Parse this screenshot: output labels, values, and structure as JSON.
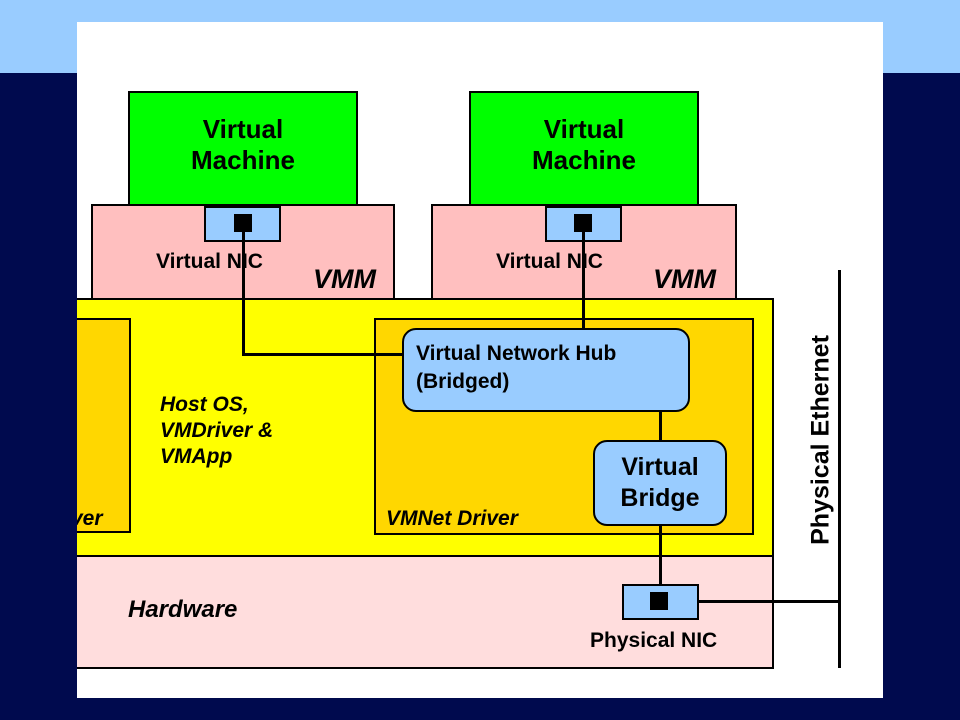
{
  "vm_left": {
    "title": "Virtual\nMachine",
    "nic_label": "Virtual NIC",
    "vmm_label": "VMM"
  },
  "vm_right": {
    "title": "Virtual\nMachine",
    "nic_label": "Virtual NIC",
    "vmm_label": "VMM"
  },
  "host": {
    "label": "Host OS,\nVMDriver &\nVMApp",
    "left_driver_label": "ver",
    "vmnet_driver_label": "VMNet Driver"
  },
  "hub": {
    "label": "Virtual Network Hub\n(Bridged)"
  },
  "bridge": {
    "label": "Virtual\nBridge"
  },
  "hardware": {
    "label": "Hardware",
    "physical_nic_label": "Physical NIC"
  },
  "ethernet": {
    "label": "Physical Ethernet"
  },
  "colors": {
    "background": "#000a4e",
    "top_band": "#99ccff",
    "vm": "#00ff00",
    "vmm": "#ffbfbf",
    "nic": "#99ccff",
    "host_os": "#ffff00",
    "driver": "#ffd700",
    "hardware": "#ffdddd"
  }
}
